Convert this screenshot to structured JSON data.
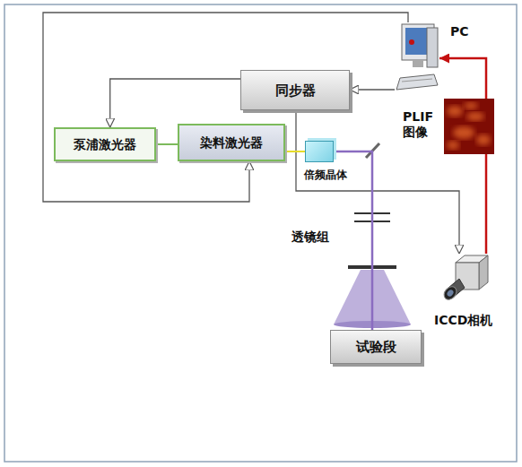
{
  "diagram": {
    "nodes": [
      {
        "text": [
          "PC"
        ]
      },
      {
        "text": [
          "同步器"
        ]
      },
      {
        "text": [
          "PLIF 图像"
        ]
      },
      {
        "text": [
          "泵浦激光器"
        ]
      },
      {
        "text": [
          "染料激光器"
        ]
      },
      {
        "text": [
          "倍频晶体"
        ]
      },
      {
        "text": [
          "ICCD相机"
        ]
      },
      {
        "text": [
          "试验段"
        ]
      }
    ],
    "edges": [
      {
        "from": 0,
        "to": 1,
        "arrow": "to"
      },
      {
        "from": 1,
        "to": 3,
        "arrow": "to"
      },
      {
        "from": 0,
        "to": 4,
        "arrow": "to"
      },
      {
        "from": 1,
        "to": 6,
        "arrow": "to"
      },
      {
        "from": 3,
        "to": 4,
        "arrow": "none"
      },
      {
        "from": 4,
        "to": 5,
        "arrow": "none"
      },
      {
        "from": 5,
        "to": 7,
        "arrow": "none"
      },
      {
        "from": 6,
        "to": 2,
        "arrow": "none"
      },
      {
        "from": 2,
        "to": 0,
        "arrow": "to"
      }
    ],
    "labels": [
      "透镜组"
    ]
  }
}
